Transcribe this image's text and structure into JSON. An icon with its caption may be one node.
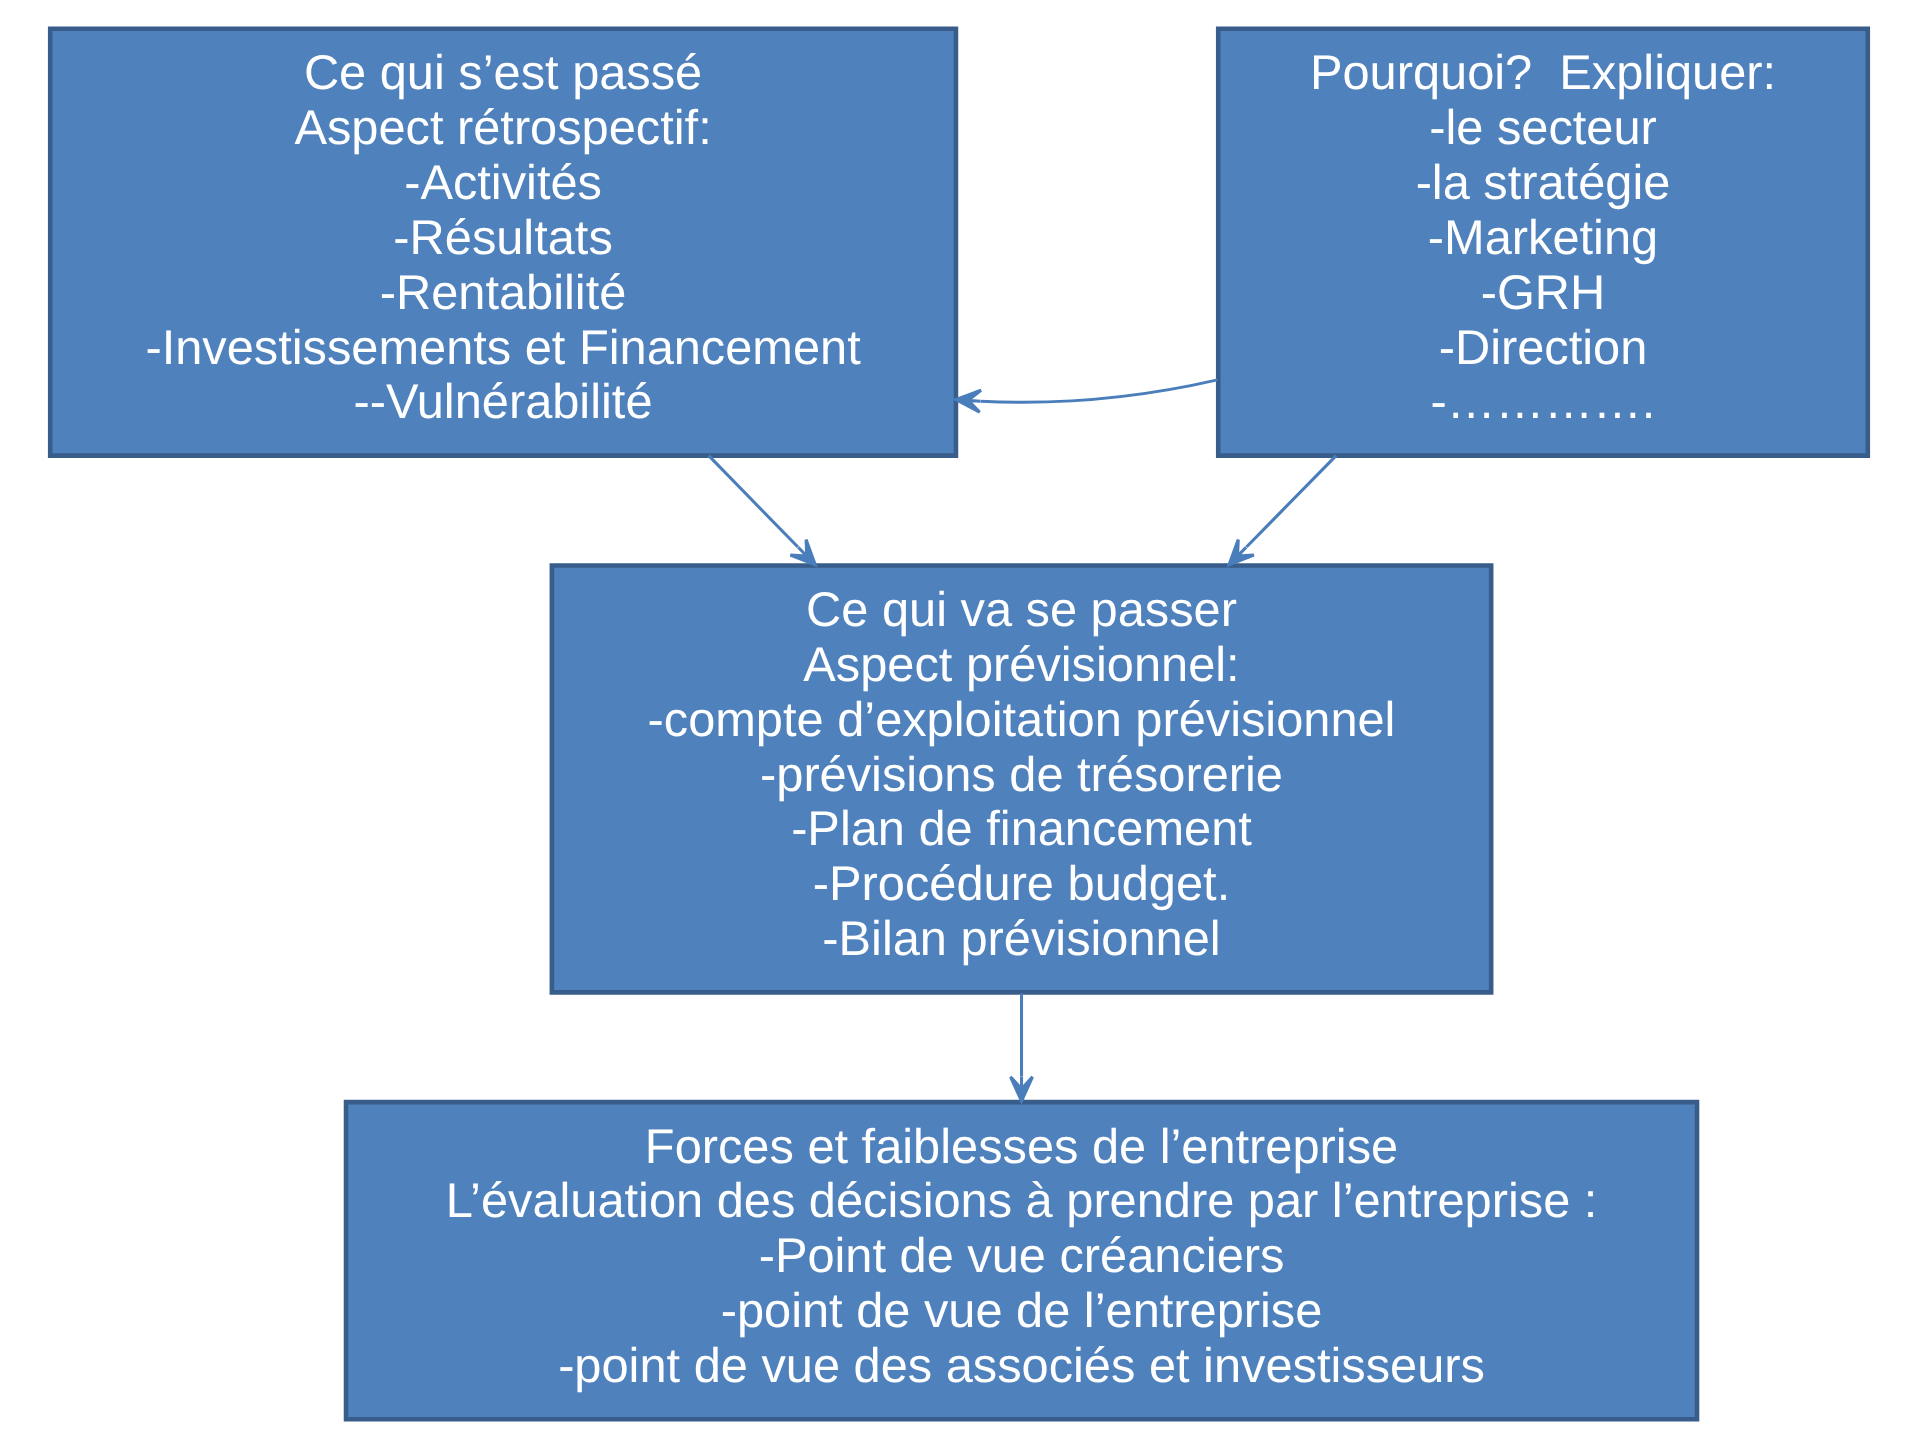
{
  "diagram": {
    "nodes": [
      {
        "text": [
          "Ce qui s’est passé",
          "Aspect rétrospectif:",
          "-Activités",
          "-Résultats",
          "-Rentabilité",
          "-Investissements et Financement",
          "--Vulnérabilité"
        ]
      },
      {
        "text": [
          "Pourquoi?  Expliquer:",
          "-le secteur",
          "-la stratégie",
          "-Marketing",
          "-GRH",
          "-Direction",
          "-…………."
        ]
      },
      {
        "text": [
          "Ce qui va se passer",
          "Aspect prévisionnel:",
          "-compte d’exploitation prévisionnel",
          "-prévisions de trésorerie",
          "-Plan de financement",
          "-Procédure budget.",
          "-Bilan prévisionnel"
        ]
      },
      {
        "text": [
          "Forces et faiblesses de l’entreprise",
          "L’évaluation des décisions à prendre par l’entreprise :",
          "-Point de vue créanciers",
          "-point de vue de l’entreprise",
          "-point de vue des associés et investisseurs"
        ]
      }
    ],
    "edges": [
      {
        "from": 1,
        "to": 0,
        "arrow": "to"
      },
      {
        "from": 0,
        "to": 2,
        "arrow": "to"
      },
      {
        "from": 1,
        "to": 2,
        "arrow": "to"
      },
      {
        "from": 2,
        "to": 3,
        "arrow": "to"
      }
    ]
  }
}
